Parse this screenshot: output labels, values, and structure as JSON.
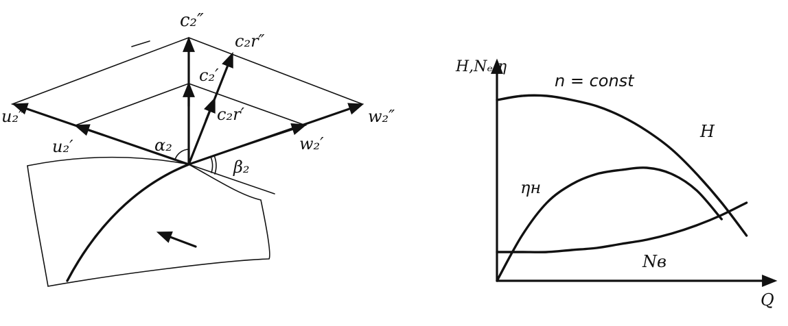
{
  "velocity_diagram": {
    "labels": {
      "c2pp": "c₂″",
      "c2rpp": "c₂r″",
      "c2p": "c₂′",
      "c2rp": "c₂r′",
      "u2pp": "u₂″",
      "u2p": "u₂′",
      "w2p": "w₂′",
      "w2pp": "w₂″",
      "alpha2": "α₂",
      "beta2": "β₂"
    }
  },
  "characteristic_chart": {
    "y_axis_label": "H,Nₑ η",
    "x_axis_label": "Q",
    "annotation": "n = const",
    "curve_labels": {
      "head": "H",
      "efficiency": "ηн",
      "power": "Nв"
    }
  },
  "chart_data": {
    "type": "line",
    "title": "",
    "xlabel": "Q",
    "ylabel": "H,Nₑ η",
    "annotation": "n = const",
    "series": [
      {
        "name": "H",
        "x": [
          0,
          0.1,
          0.2,
          0.3,
          0.4,
          0.5,
          0.6,
          0.7,
          0.8,
          0.9,
          1.0
        ],
        "y": [
          0.88,
          0.9,
          0.9,
          0.88,
          0.85,
          0.8,
          0.73,
          0.64,
          0.52,
          0.38,
          0.22
        ]
      },
      {
        "name": "ηн",
        "x": [
          0,
          0.1,
          0.2,
          0.3,
          0.4,
          0.5,
          0.6,
          0.7,
          0.8,
          0.9
        ],
        "y": [
          0.0,
          0.22,
          0.38,
          0.47,
          0.52,
          0.54,
          0.55,
          0.52,
          0.44,
          0.3
        ]
      },
      {
        "name": "Nв",
        "x": [
          0,
          0.1,
          0.2,
          0.3,
          0.4,
          0.5,
          0.6,
          0.7,
          0.8,
          0.9,
          1.0
        ],
        "y": [
          0.14,
          0.14,
          0.14,
          0.15,
          0.16,
          0.18,
          0.2,
          0.23,
          0.27,
          0.32,
          0.38
        ]
      }
    ],
    "xlim": [
      0,
      1.1
    ],
    "ylim": [
      0,
      1
    ],
    "grid": false,
    "legend": "none"
  }
}
